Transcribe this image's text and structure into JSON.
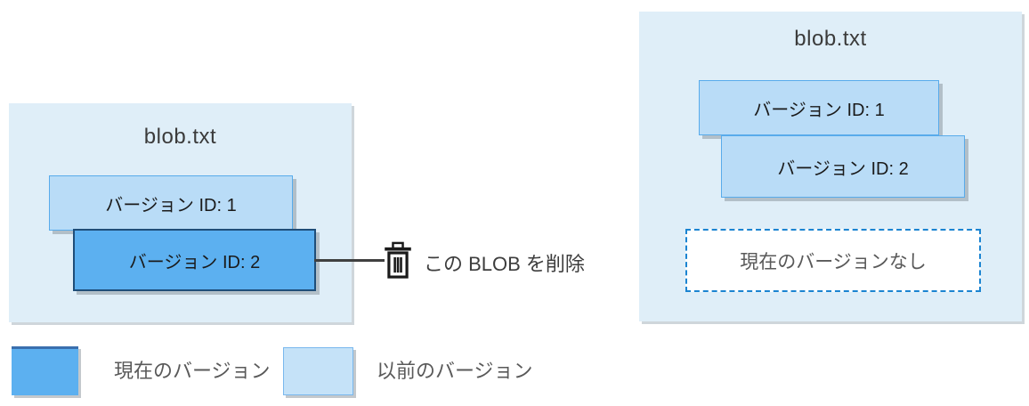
{
  "left_panel": {
    "title": "blob.txt",
    "versions": [
      {
        "label": "バージョン ID: 1",
        "type": "previous"
      },
      {
        "label": "バージョン ID: 2",
        "type": "current"
      }
    ]
  },
  "action": {
    "label": "この BLOB を削除",
    "icon": "trash"
  },
  "right_panel": {
    "title": "blob.txt",
    "versions": [
      {
        "label": "バージョン ID: 1",
        "type": "previous"
      },
      {
        "label": "バージョン ID: 2",
        "type": "previous"
      }
    ],
    "no_current_label": "現在のバージョンなし"
  },
  "legend": {
    "items": [
      {
        "label": "現在のバージョン",
        "type": "current"
      },
      {
        "label": "以前のバージョン",
        "type": "previous"
      }
    ]
  },
  "colors": {
    "panel_fill": "#dfeef8",
    "previous_fill": "#b9dcf7",
    "previous_border": "#58abeb",
    "current_fill": "#5cb0f0",
    "current_border": "#1f4e79",
    "dashed_border": "#1b84d1",
    "connector": "#404040",
    "muted_text": "#595959",
    "title_text": "#3b3b3b"
  }
}
